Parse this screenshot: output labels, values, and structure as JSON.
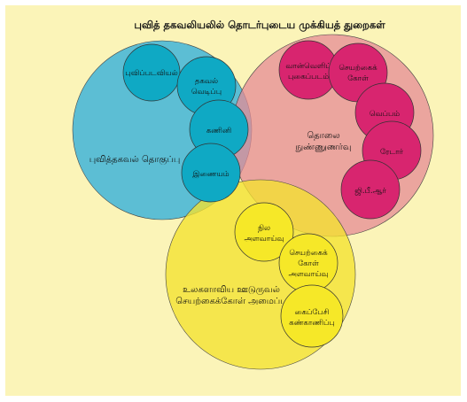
{
  "title": "புவித் தகவலியலில் தொடர்புடைய முக்கியத் துறைகள்",
  "colors": {
    "background": "#fbf4b8",
    "blue_set": "#3fb4d8",
    "pink_set": "#e58b96",
    "yellow_set": "#f3e12f",
    "blue_node": "#0fa9c4",
    "pink_node": "#d8256f",
    "yellow_node": "#f6e828",
    "outline": "#333333"
  },
  "sets": {
    "gis": {
      "label": "புவித்தகவல் தொகுப்பு"
    },
    "remote_sensing": {
      "label_line1": "தொலை",
      "label_line2": "நுண்ணுணர்வு"
    },
    "gnss": {
      "label_line1": "உலகளாவிய ஊடுருவல்",
      "label_line2": "செயற்கைக்கோள் அமைப்பு"
    }
  },
  "nodes": {
    "cartography": {
      "line1": "புவிப்படவியல்"
    },
    "data_mining": {
      "line1": "தகவல்",
      "line2": "வெடிப்பு"
    },
    "computer": {
      "line1": "கணினி"
    },
    "internet": {
      "line1": "இணையம்"
    },
    "aerial_photo": {
      "line1": "வான்வெளிப்",
      "line2": "புகைப்படம்"
    },
    "satellite": {
      "line1": "செயற்கைக்",
      "line2": "கோள்"
    },
    "thermal": {
      "line1": "வெப்பம்"
    },
    "radar": {
      "line1": "ரேடார்"
    },
    "gps": {
      "line1": "ஜி.பீ.ஆர்"
    },
    "land_survey": {
      "line1": "நில",
      "line2": "அளவாய்வு"
    },
    "sat_survey": {
      "line1": "செயற்கைக்",
      "line2": "கோள்",
      "line3": "அளவாய்வு"
    },
    "mobile_monitor": {
      "line1": "கைப்பேசி",
      "line2": "கண்காணிப்பு"
    }
  }
}
